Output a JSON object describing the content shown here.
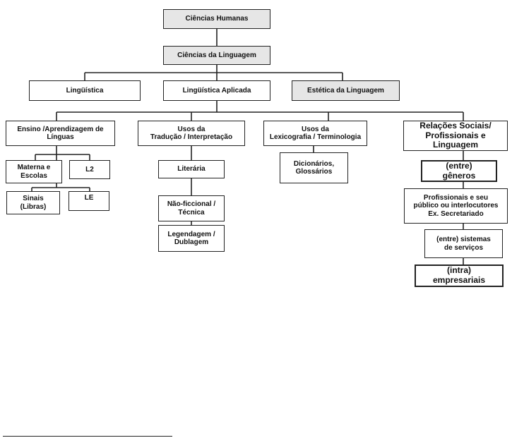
{
  "diagram": {
    "root": "Ciências Humanas",
    "level1": "Ciências da Linguagem",
    "level2": {
      "linguistica": "Lingüística",
      "aplicada": "Lingüística Aplicada",
      "estetica": "Estética da Linguagem"
    },
    "areas": {
      "ensino": "Ensino /Aprendizagem de\nLínguas",
      "traducao": "Usos da\nTradução  / Interpretação",
      "lexicografia": "Usos da\nLexicografia / Terminologia",
      "relacoes": "Relações Sociais/\nProfissionais e Linguagem"
    },
    "ensino_items": {
      "materna": "Materna e\nEscolas",
      "l2": "L2",
      "sinais": "Sinais\n(Libras)",
      "le": "LE"
    },
    "traducao_items": {
      "literaria": "Literária",
      "nao_ficcional": "Não-ficcional /\nTécnica",
      "legendagem": "Legendagem /\nDublagem"
    },
    "lexicografia_items": {
      "dicionarios": "Dicionários,\nGlossários"
    },
    "relacoes_items": {
      "generos": "(entre)\ngêneros",
      "profissionais": "Profissionais e seu\npúblico ou interlocutores\nEx. Secretariado",
      "sistemas": "(entre) sistemas\nde serviços",
      "empresariais": "(intra)\nempresariais"
    }
  }
}
